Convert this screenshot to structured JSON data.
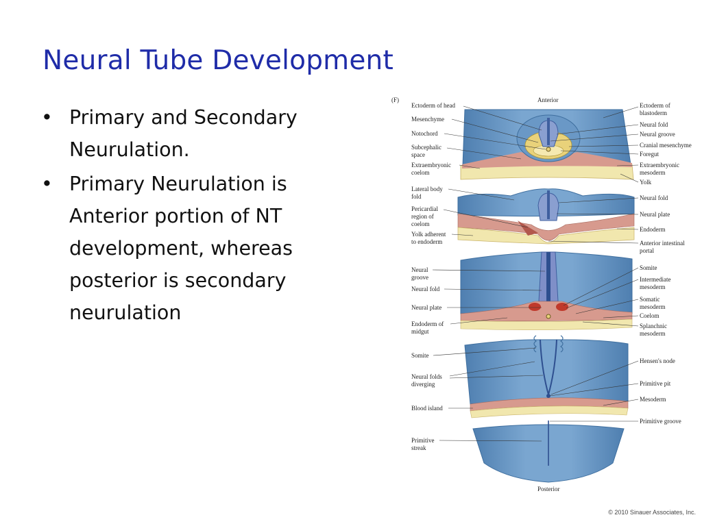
{
  "slide": {
    "title": "Neural Tube Development",
    "bullets": [
      "Primary and Secondary Neurulation.",
      "Primary Neurulation is Anterior portion of NT development, whereas posterior is secondary neurulation"
    ],
    "bullet_glyph": "•"
  },
  "figure": {
    "panel_letter": "(F)",
    "top_label": "Anterior",
    "bottom_label": "Posterior",
    "copyright": "© 2010 Sinauer Associates, Inc.",
    "colors": {
      "ectoderm": "#6f9dc9",
      "ectoderm_dark": "#3f6f9f",
      "neural": "#8a9fd0",
      "mesoderm": "#d79a8e",
      "yolk": "#f1e7ae",
      "endoderm": "#e9d27a",
      "crest": "#c0392b",
      "label": "#222222"
    },
    "left_labels": {
      "ectoderm_head": "Ectoderm of head",
      "mesenchyme": "Mesenchyme",
      "notochord": "Notochord",
      "subcephalic_1": "Subcephalic",
      "subcephalic_2": "space",
      "extraemb_coelom_1": "Extraembryonic",
      "extraemb_coelom_2": "coelom",
      "lateral_body_1": "Lateral body",
      "lateral_body_2": "fold",
      "pericardial_1": "Pericardial",
      "pericardial_2": "region of",
      "pericardial_3": "coelom",
      "yolk_adherent_1": "Yolk adherent",
      "yolk_adherent_2": "to endoderm",
      "neural_groove_1": "Neural",
      "neural_groove_2": "groove",
      "neural_fold": "Neural fold",
      "neural_plate": "Neural plate",
      "endoderm_midgut_1": "Endoderm of",
      "endoderm_midgut_2": "midgut",
      "somite": "Somite",
      "neural_folds_div_1": "Neural folds",
      "neural_folds_div_2": "diverging",
      "blood_island": "Blood island",
      "primitive_streak_1": "Primitive",
      "primitive_streak_2": "streak"
    },
    "right_labels": {
      "ectoderm_blasto_1": "Ectoderm of",
      "ectoderm_blasto_2": "blastoderm",
      "neural_fold_a": "Neural fold",
      "neural_groove": "Neural groove",
      "cranial_mesenchyme": "Cranial mesenchyme",
      "foregut": "Foregut",
      "extraemb_meso_1": "Extraembryonic",
      "extraemb_meso_2": "mesoderm",
      "yolk": "Yolk",
      "neural_fold_b": "Neural fold",
      "neural_plate": "Neural plate",
      "endoderm": "Endoderm",
      "ant_intestinal_1": "Anterior intestinal",
      "ant_intestinal_2": "portal",
      "somite": "Somite",
      "intermediate_1": "Intermediate",
      "intermediate_2": "mesoderm",
      "somatic_1": "Somatic",
      "somatic_2": "mesoderm",
      "coelom": "Coelom",
      "splanchnic_1": "Splanchnic",
      "splanchnic_2": "mesoderm",
      "hensens_node": "Hensen's node",
      "primitive_pit": "Primitive pit",
      "mesoderm": "Mesoderm",
      "primitive_groove": "Primitive groove"
    }
  }
}
